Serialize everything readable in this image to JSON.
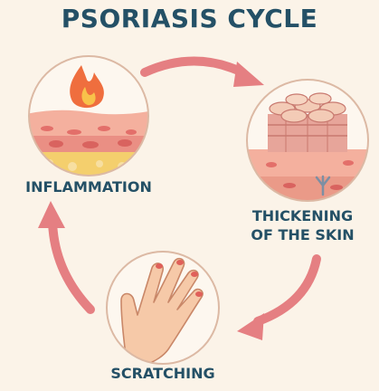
{
  "title": "PSORIASIS CYCLE",
  "stages": [
    {
      "label": "INFLAMMATION",
      "icon": "flame-icon"
    },
    {
      "label_line1": "THICKENING",
      "label_line2": "OF THE SKIN",
      "icon": "thick-skin-icon"
    },
    {
      "label": "SCRATCHING",
      "icon": "hand-icon"
    }
  ],
  "colors": {
    "title": "#245066",
    "arrow": "#e57f82",
    "background": "#fbf3e8",
    "circle_border": "#dcb9a4"
  }
}
